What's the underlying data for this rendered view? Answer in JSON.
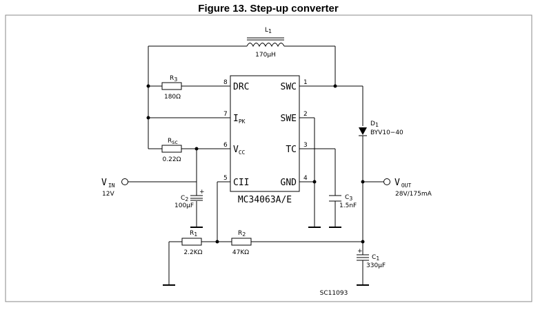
{
  "figure": {
    "title": "Figure 13. Step-up converter",
    "code": "SC11093"
  },
  "ic": {
    "part": "MC34063A/E",
    "pins": [
      {
        "num": "8",
        "name": "DRC"
      },
      {
        "num": "7",
        "name": "I",
        "sub": "PK"
      },
      {
        "num": "6",
        "name": "V",
        "sub": "CC"
      },
      {
        "num": "5",
        "name": "CII"
      },
      {
        "num": "1",
        "name": "SWC"
      },
      {
        "num": "2",
        "name": "SWE"
      },
      {
        "num": "3",
        "name": "TC"
      },
      {
        "num": "4",
        "name": "GND"
      }
    ]
  },
  "components": {
    "L1": {
      "ref": "L",
      "ref_sub": "1",
      "value": "170μH"
    },
    "R3": {
      "ref": "R",
      "ref_sub": "3",
      "value": "180Ω"
    },
    "Rsc": {
      "ref": "R",
      "ref_sub": "sc",
      "value": "0.22Ω"
    },
    "C2": {
      "ref": "C",
      "ref_sub": "2",
      "value": "100μF"
    },
    "R1": {
      "ref": "R",
      "ref_sub": "1",
      "value": "2.2KΩ"
    },
    "R2": {
      "ref": "R",
      "ref_sub": "2",
      "value": "47KΩ"
    },
    "C3": {
      "ref": "C",
      "ref_sub": "3",
      "value": "1.5nF"
    },
    "D1": {
      "ref": "D",
      "ref_sub": "1",
      "value": "BYV10−40"
    },
    "C1": {
      "ref": "C",
      "ref_sub": "1",
      "value": "330μF"
    }
  },
  "nodes": {
    "vin": {
      "name": "V",
      "sub": "IN",
      "value": "12V"
    },
    "vout": {
      "name": "V",
      "sub": "OUT",
      "value": "28V/175mA"
    }
  }
}
